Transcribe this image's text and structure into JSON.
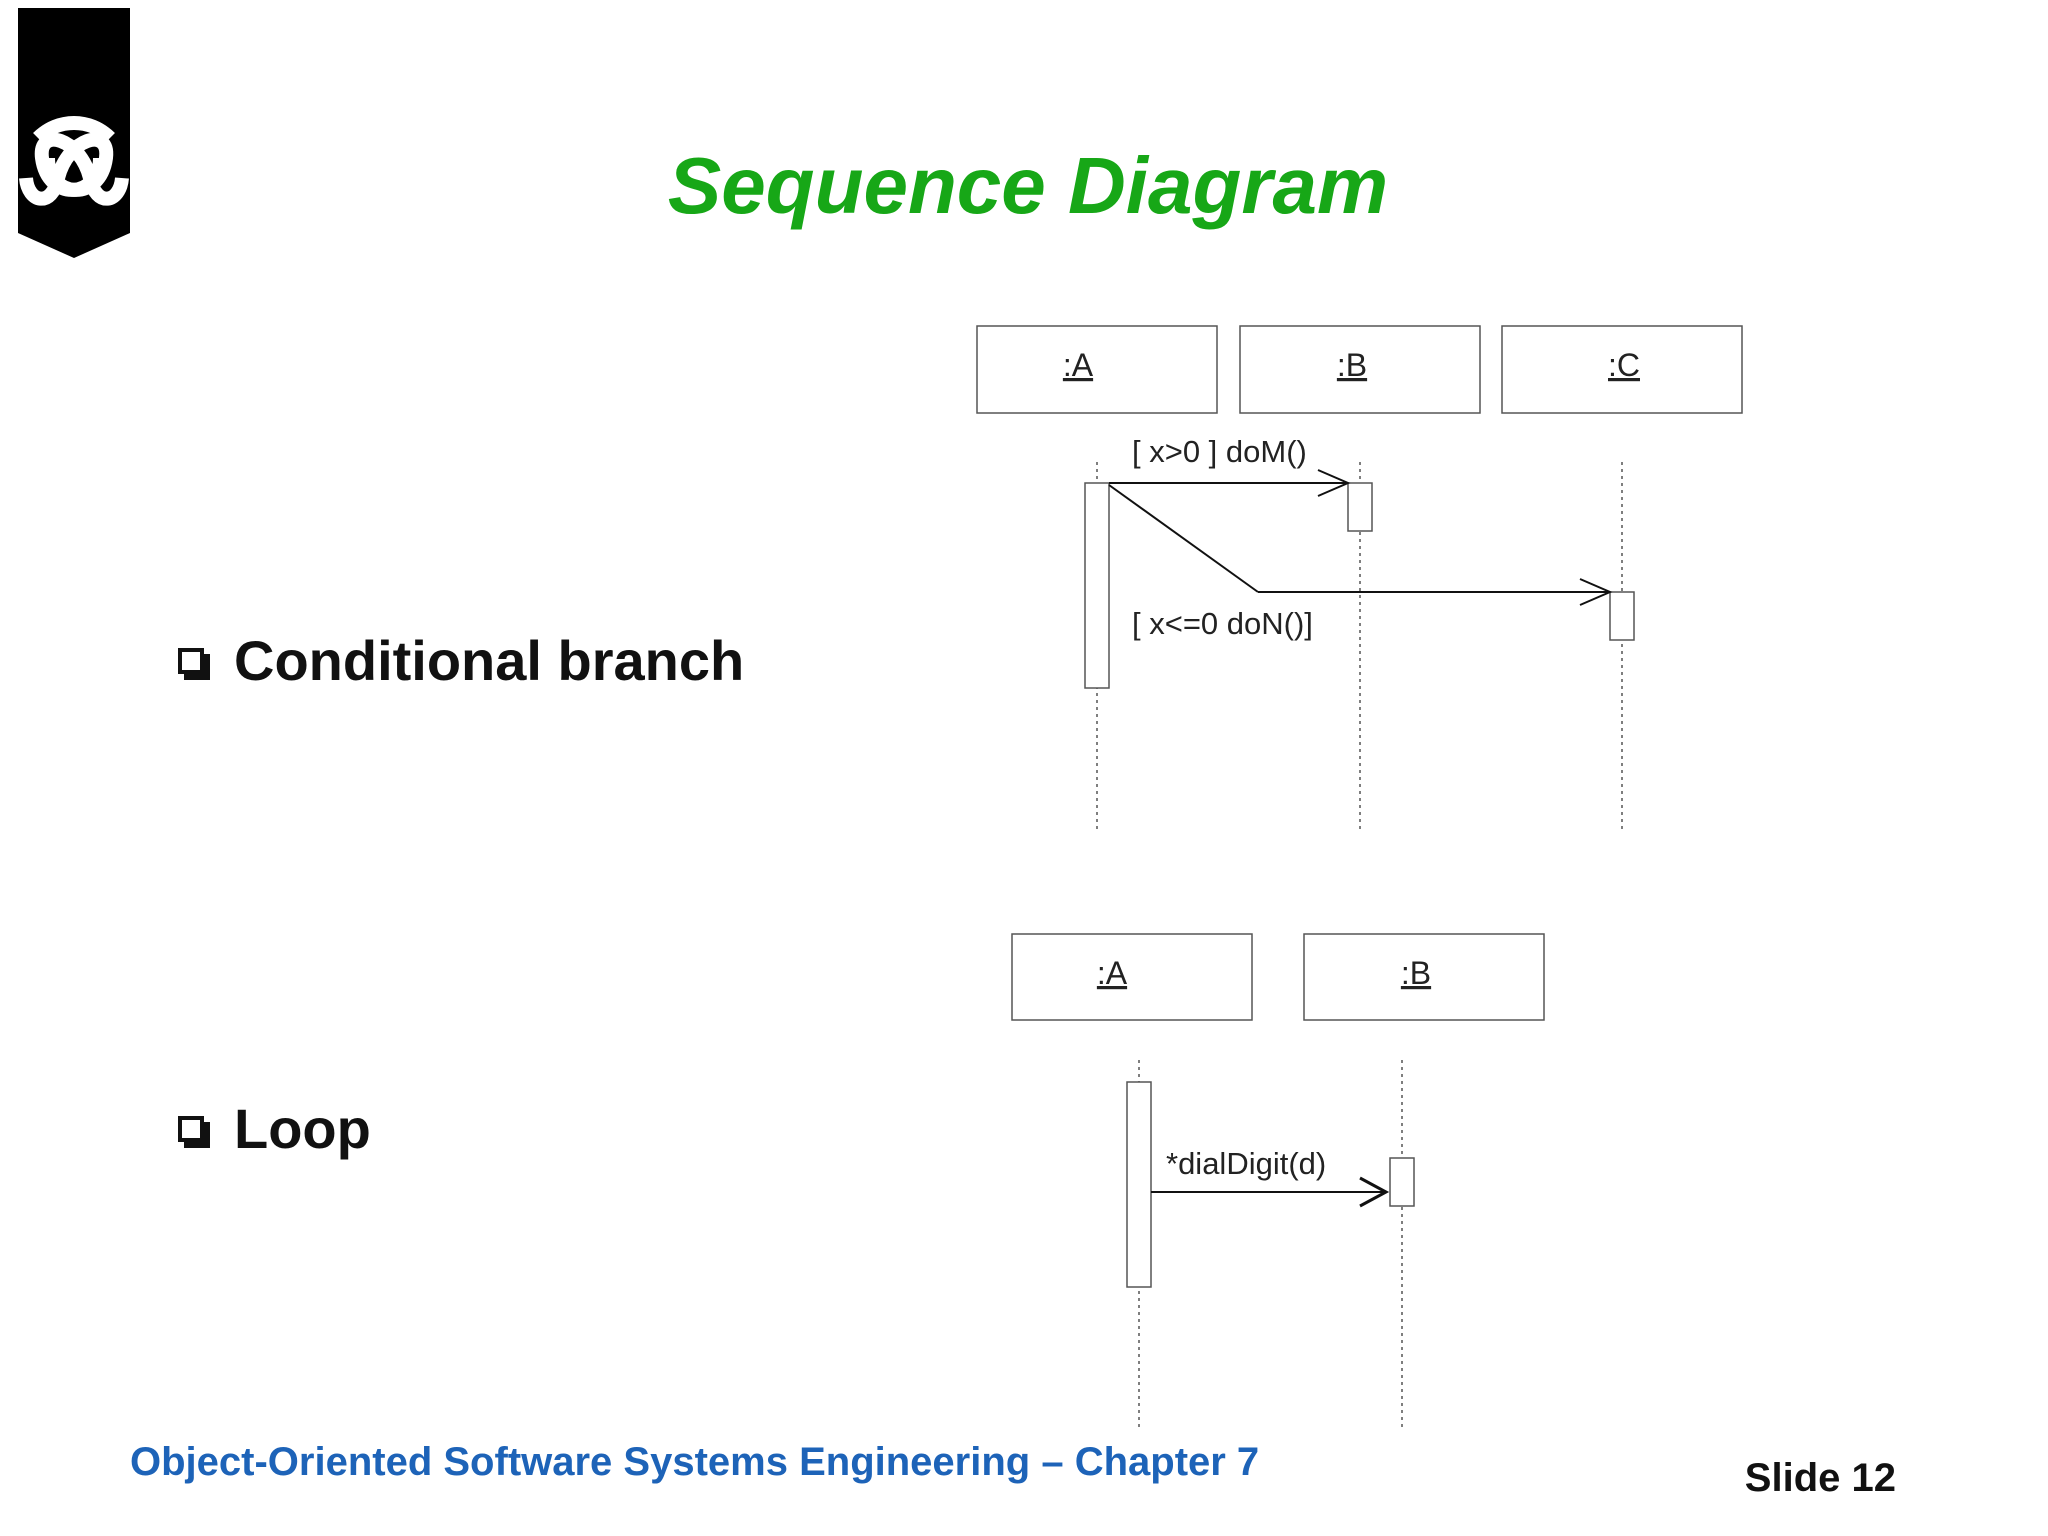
{
  "title": "Sequence Diagram",
  "bullets": [
    {
      "label": "Conditional branch"
    },
    {
      "label": "Loop"
    }
  ],
  "conditional_diagram": {
    "objects": [
      ":A",
      ":B",
      ":C"
    ],
    "messages": [
      "[ x>0 ] doM()",
      "[ x<=0  doN()]"
    ]
  },
  "loop_diagram": {
    "objects": [
      ":A",
      ":B"
    ],
    "messages": [
      "*dialDigit(d)"
    ]
  },
  "footer": "Object-Oriented Software Systems Engineering – Chapter 7",
  "slide_number": "Slide 12"
}
